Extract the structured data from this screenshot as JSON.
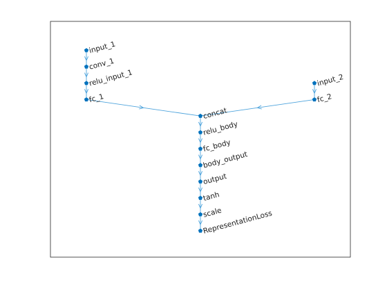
{
  "graph": {
    "node_color": "#0072BD",
    "edge_color": "#4DA3DC",
    "axes_color": "#262626",
    "nodes": [
      {
        "id": "input_1",
        "label": "input_1"
      },
      {
        "id": "conv_1",
        "label": "conv_1"
      },
      {
        "id": "relu_input_1",
        "label": "relu_input_1"
      },
      {
        "id": "fc_1",
        "label": "fc_1"
      },
      {
        "id": "input_2",
        "label": "input_2"
      },
      {
        "id": "fc_2",
        "label": "fc_2"
      },
      {
        "id": "concat",
        "label": "concat"
      },
      {
        "id": "relu_body",
        "label": "relu_body"
      },
      {
        "id": "fc_body",
        "label": "fc_body"
      },
      {
        "id": "body_output",
        "label": "body_output"
      },
      {
        "id": "output",
        "label": "output"
      },
      {
        "id": "tanh",
        "label": "tanh"
      },
      {
        "id": "scale",
        "label": "scale"
      },
      {
        "id": "RepresentationLoss",
        "label": "RepresentationLoss"
      }
    ],
    "edges": [
      {
        "from": "input_1",
        "to": "conv_1"
      },
      {
        "from": "conv_1",
        "to": "relu_input_1"
      },
      {
        "from": "relu_input_1",
        "to": "fc_1"
      },
      {
        "from": "fc_1",
        "to": "concat"
      },
      {
        "from": "input_2",
        "to": "fc_2"
      },
      {
        "from": "fc_2",
        "to": "concat"
      },
      {
        "from": "concat",
        "to": "relu_body"
      },
      {
        "from": "relu_body",
        "to": "fc_body"
      },
      {
        "from": "fc_body",
        "to": "body_output"
      },
      {
        "from": "body_output",
        "to": "output"
      },
      {
        "from": "output",
        "to": "tanh"
      },
      {
        "from": "tanh",
        "to": "scale"
      },
      {
        "from": "scale",
        "to": "RepresentationLoss"
      }
    ]
  }
}
